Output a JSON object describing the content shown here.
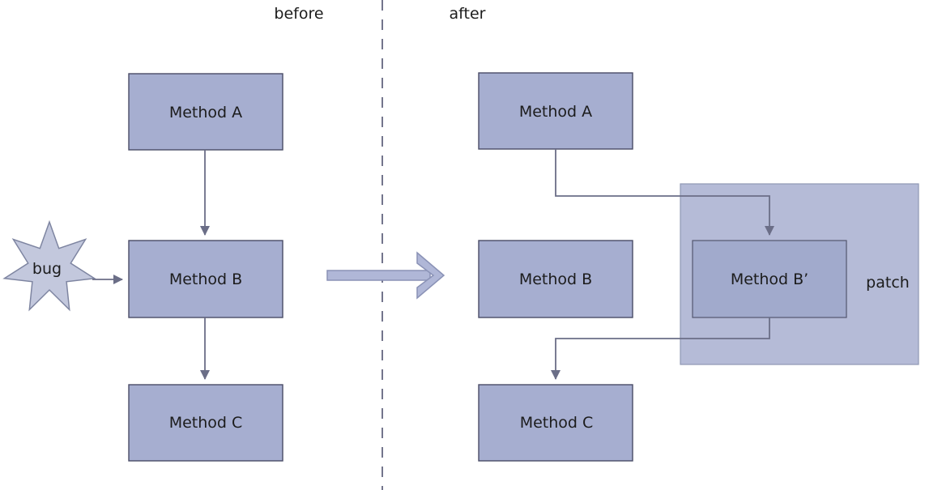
{
  "labels": {
    "before": "before",
    "after": "after"
  },
  "bug": {
    "label": "bug"
  },
  "patch": {
    "label": "patch"
  },
  "before_column": {
    "method_a": "Method A",
    "method_b": "Method B",
    "method_c": "Method C"
  },
  "after_column": {
    "method_a": "Method A",
    "method_b": "Method B",
    "method_b_prime": "Method B’",
    "method_c": "Method C"
  },
  "colors": {
    "node_fill": "#a6aed0",
    "node_border": "#4a4c66",
    "star_fill": "#c3c8dd",
    "star_border": "#7e85a1",
    "patch_fill": "#b5bbd7",
    "patch_border": "#9098b4",
    "patched_node_fill": "#a1aacc",
    "connector": "#6b6e87",
    "transform_arrow_fill": "#b0b7d7",
    "transform_arrow_border": "#8a92b6",
    "divider": "#73758c",
    "text": "#1c1c1c"
  }
}
